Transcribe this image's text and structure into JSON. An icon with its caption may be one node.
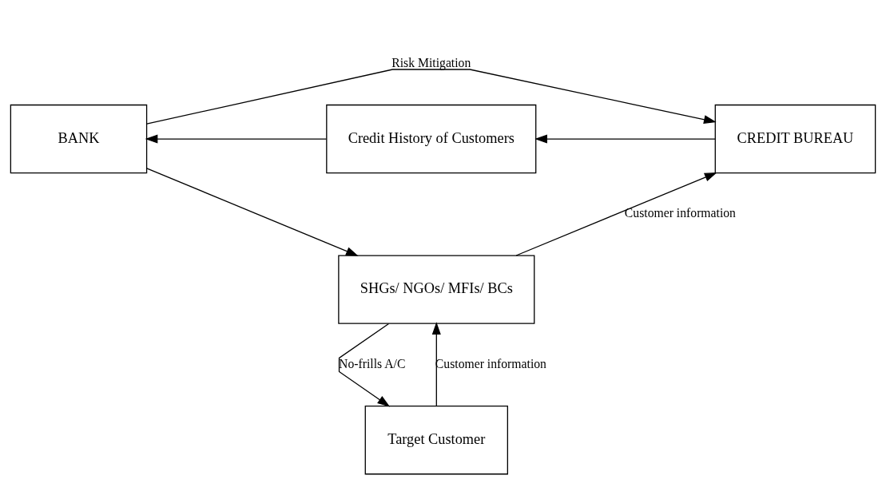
{
  "diagram": {
    "nodes": [
      {
        "text": [
          "BANK"
        ]
      },
      {
        "text": [
          "Credit History of Customers"
        ]
      },
      {
        "text": [
          "CREDIT BUREAU"
        ]
      },
      {
        "text": [
          "SHGs/ NGOs/ MFIs/ BCs"
        ]
      },
      {
        "text": [
          "Target Customer"
        ]
      }
    ],
    "edges": [
      {
        "from": 0,
        "to": 2,
        "arrow": "to",
        "label": "Risk Mitigation"
      },
      {
        "from": 2,
        "to": 1,
        "arrow": "to"
      },
      {
        "from": 1,
        "to": 0,
        "arrow": "to"
      },
      {
        "from": 0,
        "to": 3,
        "arrow": "to"
      },
      {
        "from": 3,
        "to": 2,
        "arrow": "to",
        "label": "Customer information"
      },
      {
        "from": 3,
        "to": 4,
        "arrow": "to",
        "label": "No-frills A/C"
      },
      {
        "from": 4,
        "to": 3,
        "arrow": "to",
        "label": "Customer information"
      }
    ]
  }
}
